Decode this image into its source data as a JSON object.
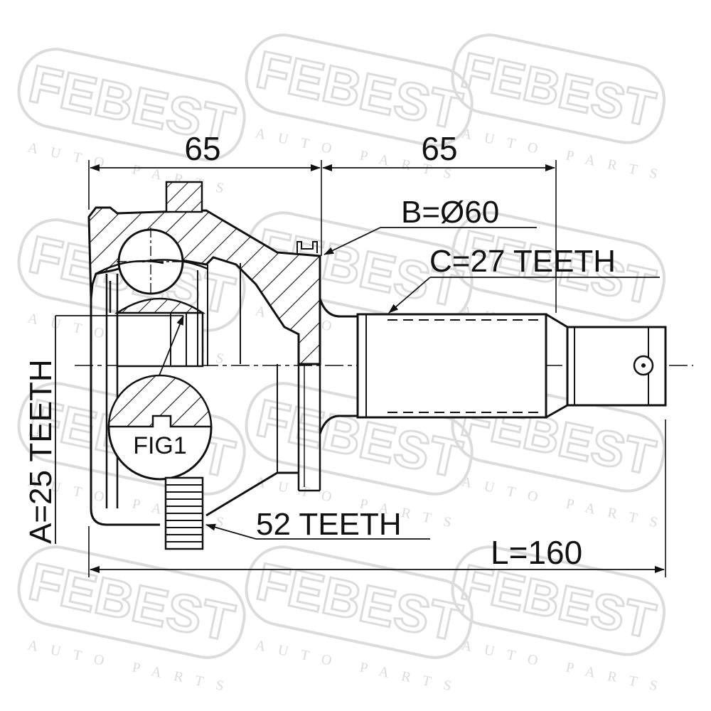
{
  "watermark": {
    "brand": "FEBEST",
    "tagline": "AUTO PARTS"
  },
  "dimensions": {
    "left_width": "65",
    "right_width": "65",
    "outer_diameter": "B=Ø60",
    "outer_teeth": "C=27 TEETH",
    "inner_teeth": "A=25 TEETH",
    "abs_ring_teeth": "52 TEETH",
    "total_length": "L=160"
  },
  "callouts": {
    "fig": "FIG1"
  }
}
